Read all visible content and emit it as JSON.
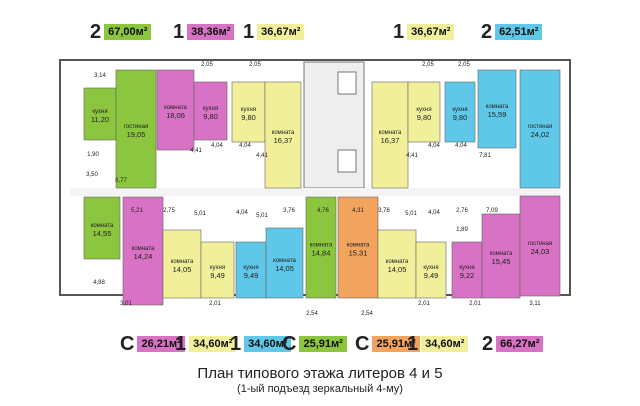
{
  "colors": {
    "green": "#8cc63f",
    "pink": "#d772c4",
    "yellow": "#f2ef9a",
    "blue": "#5fc8e8",
    "orange": "#f2a35d",
    "wall": "#555555",
    "core": "#eeeeee"
  },
  "top_badges": [
    {
      "rooms": "2",
      "area": "67,00м²",
      "color": "#8cc63f"
    },
    {
      "rooms": "1",
      "area": "38,36м²",
      "color": "#d772c4"
    },
    {
      "rooms": "1",
      "area": "36,67м²",
      "color": "#f2ef9a"
    },
    {
      "rooms": "1",
      "area": "36,67м²",
      "color": "#f2ef9a"
    },
    {
      "rooms": "2",
      "area": "62,51м²",
      "color": "#5fc8e8"
    }
  ],
  "bottom_badges": [
    {
      "rooms": "С",
      "area": "26,21м²",
      "color": "#d772c4"
    },
    {
      "rooms": "1",
      "area": "34,60м²",
      "color": "#f2ef9a"
    },
    {
      "rooms": "1",
      "area": "34,60м²",
      "color": "#5fc8e8"
    },
    {
      "rooms": "С",
      "area": "25,91м²",
      "color": "#8cc63f"
    },
    {
      "rooms": "С",
      "area": "25,91м²",
      "color": "#f2a35d"
    },
    {
      "rooms": "1",
      "area": "34,60м²",
      "color": "#f2ef9a"
    },
    {
      "rooms": "2",
      "area": "66,27м²",
      "color": "#d772c4"
    }
  ],
  "rooms": [
    {
      "label": "кухня",
      "area": "11,20",
      "color": "#8cc63f"
    },
    {
      "label": "гостиная",
      "area": "19,05",
      "color": "#8cc63f"
    },
    {
      "label": "комната",
      "area": "18,06",
      "color": "#d772c4"
    },
    {
      "label": "кухня",
      "area": "9,80",
      "color": "#d772c4"
    },
    {
      "label": "кухня",
      "area": "9,80",
      "color": "#f2ef9a"
    },
    {
      "label": "комната",
      "area": "16,37",
      "color": "#f2ef9a"
    },
    {
      "label": "комната",
      "area": "16,37",
      "color": "#f2ef9a"
    },
    {
      "label": "кухня",
      "area": "9,80",
      "color": "#f2ef9a"
    },
    {
      "label": "кухня",
      "area": "9,80",
      "color": "#5fc8e8"
    },
    {
      "label": "комната",
      "area": "15,59",
      "color": "#5fc8e8"
    },
    {
      "label": "гостиная",
      "area": "24,02",
      "color": "#5fc8e8"
    },
    {
      "label": "комната",
      "area": "14,55",
      "color": "#8cc63f"
    },
    {
      "label": "комната",
      "area": "14,24",
      "color": "#d772c4"
    },
    {
      "label": "комната",
      "area": "14,05",
      "color": "#f2ef9a"
    },
    {
      "label": "кухня",
      "area": "9,49",
      "color": "#f2ef9a"
    },
    {
      "label": "кухня",
      "area": "9,49",
      "color": "#5fc8e8"
    },
    {
      "label": "комната",
      "area": "14,05",
      "color": "#5fc8e8"
    },
    {
      "label": "комната",
      "area": "14,84",
      "color": "#8cc63f"
    },
    {
      "label": "комната",
      "area": "15,31",
      "color": "#f2a35d"
    },
    {
      "label": "комната",
      "area": "14,05",
      "color": "#f2ef9a"
    },
    {
      "label": "кухня",
      "area": "9,49",
      "color": "#f2ef9a"
    },
    {
      "label": "кухня",
      "area": "9,22",
      "color": "#d772c4"
    },
    {
      "label": "комната",
      "area": "15,45",
      "color": "#d772c4"
    },
    {
      "label": "гостиная",
      "area": "24,03",
      "color": "#d772c4"
    }
  ],
  "small_labels": [
    "3,14",
    "2,05",
    "2,05",
    "2,05",
    "2,05",
    "1,90",
    "3,50",
    "8,77",
    "4,41",
    "4,04",
    "4,04",
    "4,41",
    "4,41",
    "4,04",
    "4,04",
    "7,81",
    "5,21",
    "2,75",
    "5,01",
    "4,04",
    "5,01",
    "3,76",
    "4,76",
    "4,31",
    "3,76",
    "5,01",
    "4,04",
    "2,76",
    "7,09",
    "1,89",
    "4,88",
    "3,01",
    "2,54",
    "2,54",
    "2,01",
    "2,01",
    "2,01",
    "3,11"
  ],
  "caption": {
    "title": "План типового этажа  литеров 4 и 5",
    "subtitle": "(1-ый подъезд зеркальный 4-му)"
  }
}
